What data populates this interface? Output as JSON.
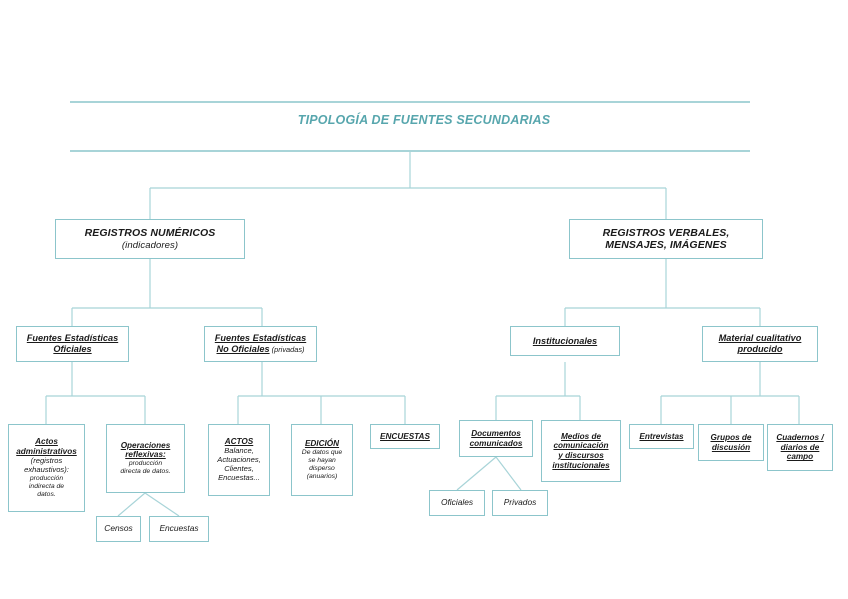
{
  "document": {
    "title": "TIPOLOGÍA DE FUENTES SECUNDARIAS",
    "line_color": "#a8d4d8",
    "box_border_color": "#8cc5cb",
    "title_color": "#57a6ad",
    "text_color": "#1a1a1a"
  },
  "nodes": {
    "registros_numericos": {
      "label": "REGISTROS NUMÉRICOS",
      "sub": "(indicadores)"
    },
    "registros_verbales": {
      "label": "REGISTROS VERBALES, MENSAJES, IMÁGENES"
    },
    "fuentes_oficiales": {
      "line1": "Fuentes Estadísticas",
      "line2": "Oficiales"
    },
    "fuentes_no_oficiales": {
      "line1": "Fuentes Estadísticas",
      "line2": "No Oficiales",
      "line2_suffix": " (privadas)"
    },
    "institucionales": {
      "label": "Institucionales"
    },
    "material_cualitativo": {
      "line1": "Material cualitativo",
      "line2": "producido"
    },
    "actos_administrativos": {
      "head1": "Actos",
      "head2": "administrativos",
      "body1": "(registros",
      "body2": "exhaustivos):",
      "body3": "producción",
      "body4": "indirecta de",
      "body5": "datos."
    },
    "operaciones_reflexivas": {
      "head1": "Operaciones",
      "head2": "reflexivas:",
      "body1": "producción",
      "body2": "directa de datos."
    },
    "censos": {
      "label": "Censos"
    },
    "encuestas_sub": {
      "label": "Encuestas"
    },
    "actos": {
      "head": "ACTOS",
      "body1": "Balance,",
      "body2": "Actuaciones,",
      "body3": "Clientes,",
      "body4": "Encuestas..."
    },
    "edicion": {
      "head": "EDICIÓN",
      "body1": "De datos que",
      "body2": "se hayan",
      "body3": "disperso",
      "body4": "(anuarios)"
    },
    "encuestas": {
      "label": "ENCUESTAS"
    },
    "documentos_comunicados": {
      "line1": "Documentos",
      "line2": "comunicados"
    },
    "oficiales": {
      "label": "Oficiales"
    },
    "privados": {
      "label": "Privados"
    },
    "medios_comunicacion": {
      "line1": "Medios de",
      "line2": "comunicación",
      "line3": "y discursos",
      "line4": "institucionales"
    },
    "entrevistas": {
      "label": "Entrevistas"
    },
    "grupos_discusion": {
      "line1": "Grupos de",
      "line2": "discusión"
    },
    "cuadernos_campo": {
      "line1": "Cuadernos /",
      "line2": "diarios de",
      "line3": "campo"
    }
  }
}
